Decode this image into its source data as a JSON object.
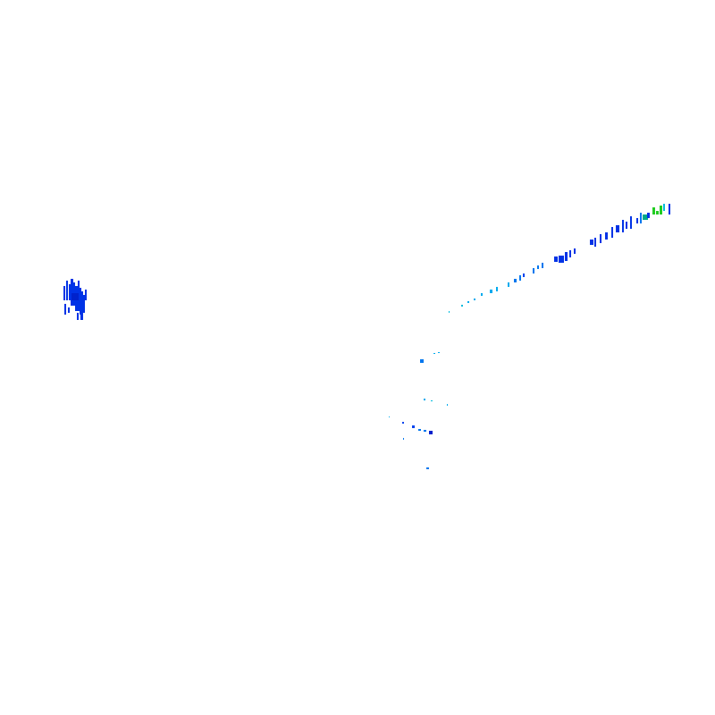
{
  "image": {
    "background": "#ffffff",
    "palette": {
      "dark_blue": "#0022dd",
      "blue": "#0044ee",
      "mid_blue": "#0077ee",
      "light_blue": "#00aaee",
      "cyan": "#00bbdd",
      "teal": "#00aa88",
      "green": "#22cc22"
    },
    "regions": [
      "dense-cluster",
      "diagonal-streak",
      "scattered-points"
    ]
  }
}
